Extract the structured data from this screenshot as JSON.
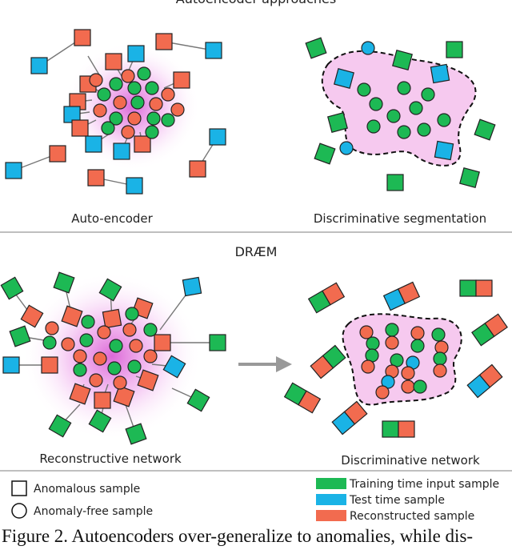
{
  "sections": {
    "top_partial_title": "Autoencoder approaches",
    "middle_title": "DRÆM"
  },
  "panels": {
    "autoencoder": "Auto-encoder",
    "discriminative_segmentation": "Discriminative segmentation",
    "reconstructive_network": "Reconstructive network",
    "discriminative_network": "Discriminative network"
  },
  "legend": {
    "anomalous_sample": "Anomalous sample",
    "anomaly_free_sample": "Anomaly-free sample",
    "training_input": "Training time input sample",
    "test_sample": "Test time sample",
    "reconstructed_sample": "Reconstructed sample"
  },
  "colors": {
    "training": "#1db954",
    "test": "#1ab3e6",
    "reconstructed": "#f26b4f",
    "glow": "#e05ad8",
    "region": "#f6c9ef"
  },
  "caption": "Figure 2. Autoencoders over-generalize to anomalies, while dis-"
}
